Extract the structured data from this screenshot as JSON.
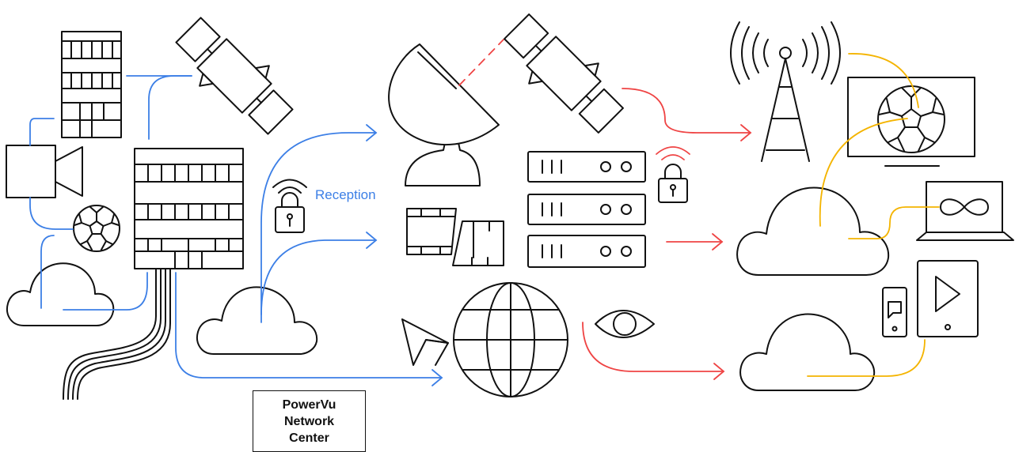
{
  "labels": {
    "reception": "Reception",
    "network_center": [
      "PowerVu",
      "Network",
      "Center"
    ]
  },
  "colors": {
    "outline": "#111111",
    "uplink": "#3c7fe6",
    "distribution": "#ef4444",
    "delivery": "#f4b400",
    "background": "#ffffff"
  },
  "icons": [
    "office-building-icon",
    "satellite-icon",
    "video-camera-icon",
    "soccer-ball-icon",
    "cloud-icon",
    "headquarters-building-icon",
    "fiber-cables-icon",
    "padlock-icon",
    "satellite-dish-icon",
    "server-rack-icon",
    "receiver-card-icon",
    "globe-icon",
    "paper-plane-icon",
    "eye-icon",
    "broadcast-tower-icon",
    "monitor-icon",
    "laptop-icon",
    "phone-icon",
    "tablet-icon",
    "infinity-icon",
    "play-icon"
  ]
}
